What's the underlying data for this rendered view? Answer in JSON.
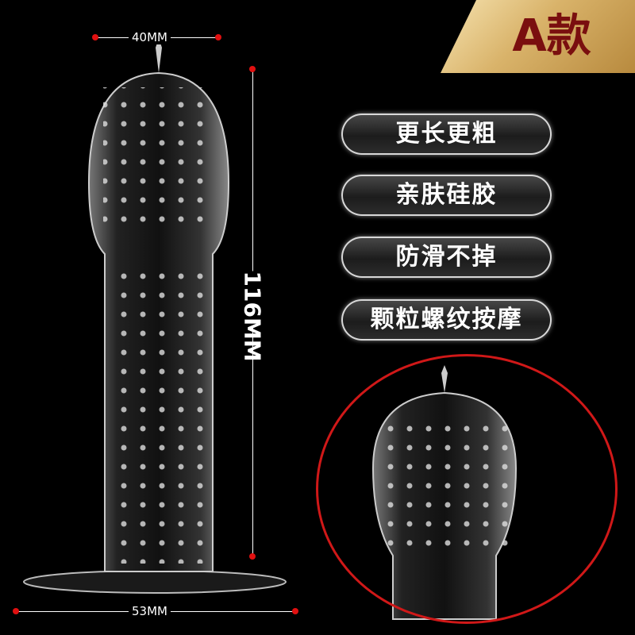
{
  "badge": {
    "label": "A款"
  },
  "features": [
    "更长更粗",
    "亲肤硅胶",
    "防滑不掉",
    "颗粒螺纹按摩"
  ],
  "dimensions": {
    "width_top": "40MM",
    "length": "116MM",
    "width_base": "53MM"
  },
  "colors": {
    "accent_red": "#e01010",
    "badge_gold": "#d9b36a",
    "badge_text": "#7a0f0f"
  }
}
